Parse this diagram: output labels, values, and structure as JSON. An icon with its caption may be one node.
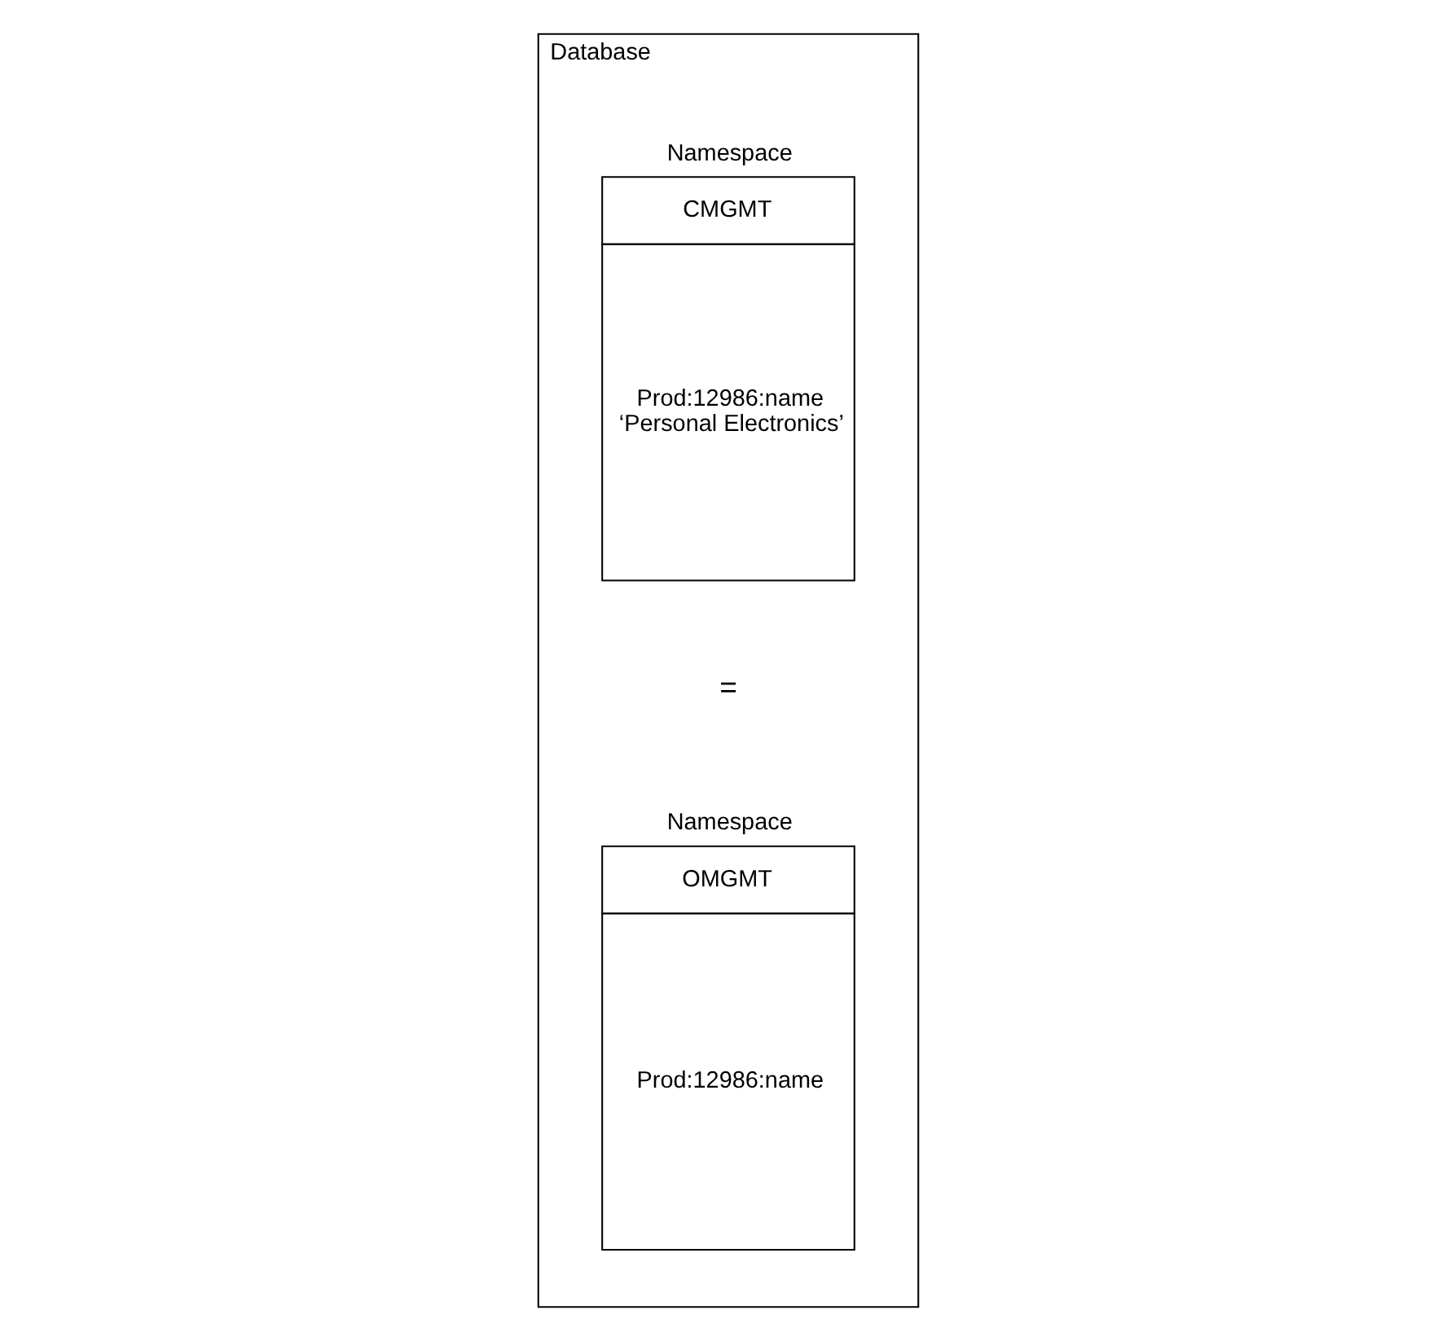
{
  "diagram": {
    "nodes": [
      {
        "text": [
          "Database"
        ]
      },
      {
        "text": [
          "Namespace",
          "CMGMT",
          "Prod:12986:name ‘Personal Electronics’"
        ],
        "in": 0
      },
      {
        "text": [
          "Namespace",
          "OMGMT",
          "Prod:12986:name"
        ],
        "in": 0
      }
    ],
    "edges": [],
    "labels": [
      "="
    ]
  }
}
